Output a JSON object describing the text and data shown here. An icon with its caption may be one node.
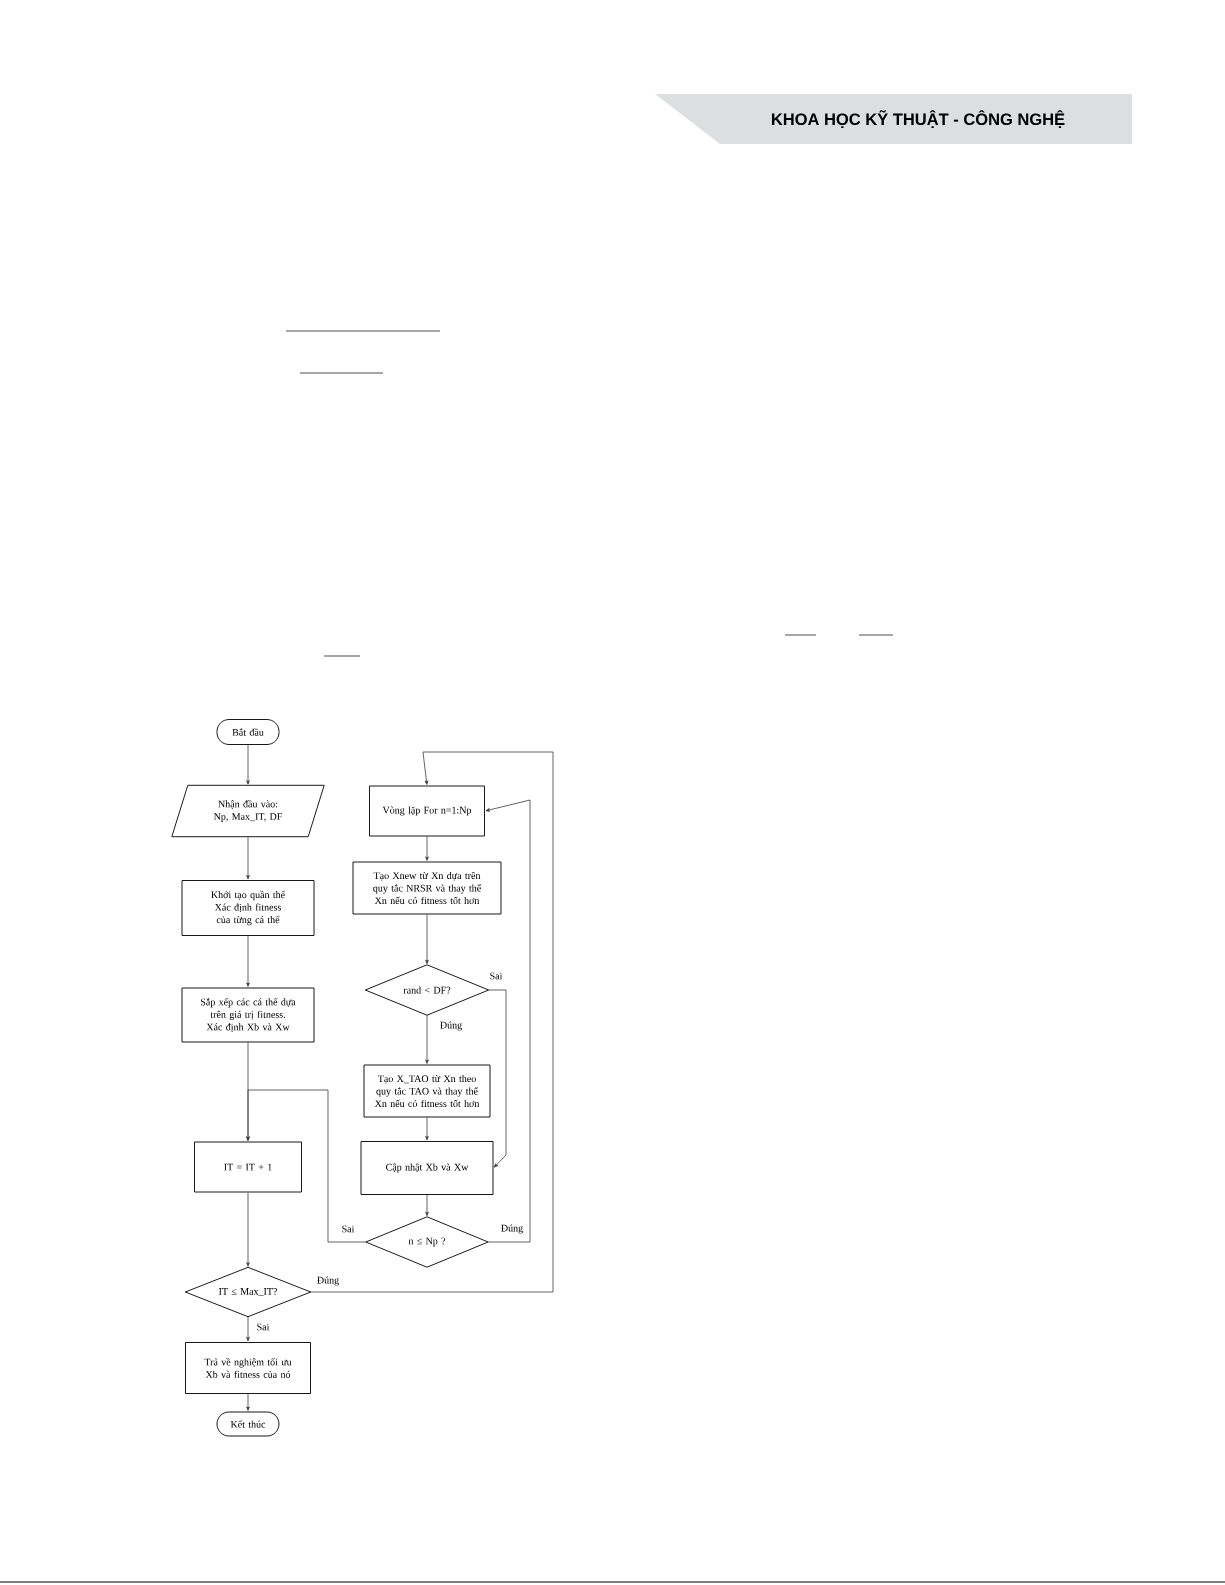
{
  "diagram": {
    "nodes": [
      {
        "text": [
          "Bắt đầu"
        ]
      },
      {
        "text": [
          "Nhận đầu vào:",
          "Np, Max_IT, DF"
        ]
      },
      {
        "text": [
          "Khởi tạo quần thể",
          "Xác định fitness của từng cá thể"
        ]
      },
      {
        "text": [
          "Sắp xếp các cá thể dựa trên giá trị fitness.",
          "Xác định Xb và Xw"
        ]
      },
      {
        "text": [
          "Vòng lặp For n=1:Np"
        ]
      },
      {
        "text": [
          "Tạo Xnew từ Xn dựa trên quy tắc NRSR và thay thế Xn nếu có fitness tốt hơn"
        ]
      },
      {
        "text": [
          "rand < DF?"
        ]
      },
      {
        "text": [
          "Tạo X_TAO từ Xn theo quy tắc TAO và thay thế Xn nếu có fitness tốt hơn"
        ]
      },
      {
        "text": [
          "Cập nhật Xb và Xw"
        ]
      },
      {
        "text": [
          "n ≤ Np ?"
        ]
      },
      {
        "text": [
          "IT = IT + 1"
        ]
      },
      {
        "text": [
          "IT ≤ Max_IT?"
        ]
      },
      {
        "text": [
          "Trả về nghiệm tối ưu Xb và fitness của nó"
        ]
      },
      {
        "text": [
          "Kết thúc"
        ]
      }
    ],
    "edges": [
      {
        "from": 0,
        "to": 1,
        "arrow": "to"
      },
      {
        "from": 1,
        "to": 2,
        "arrow": "to"
      },
      {
        "from": 2,
        "to": 3,
        "arrow": "to"
      },
      {
        "from": 3,
        "to": 10,
        "arrow": "to"
      },
      {
        "from": 10,
        "to": 11,
        "arrow": "to"
      },
      {
        "from": 11,
        "to": 12,
        "arrow": "to",
        "label": "Sai"
      },
      {
        "from": 12,
        "to": 13,
        "arrow": "to"
      },
      {
        "from": 11,
        "to": 4,
        "arrow": "to",
        "label": "Đúng"
      },
      {
        "from": 4,
        "to": 5,
        "arrow": "to"
      },
      {
        "from": 5,
        "to": 6,
        "arrow": "to"
      },
      {
        "from": 6,
        "to": 7,
        "arrow": "to",
        "label": "Đúng"
      },
      {
        "from": 6,
        "to": 8,
        "arrow": "to",
        "label": "Sai"
      },
      {
        "from": 7,
        "to": 8,
        "arrow": "to"
      },
      {
        "from": 8,
        "to": 9,
        "arrow": "to"
      },
      {
        "from": 9,
        "to": 4,
        "arrow": "to",
        "label": "Đúng"
      },
      {
        "from": 9,
        "to": 10,
        "arrow": "to",
        "label": "Sai"
      }
    ],
    "labels": [
      "KHOA HỌC KỸ THUẬT - CÔNG NGHỆ"
    ]
  }
}
